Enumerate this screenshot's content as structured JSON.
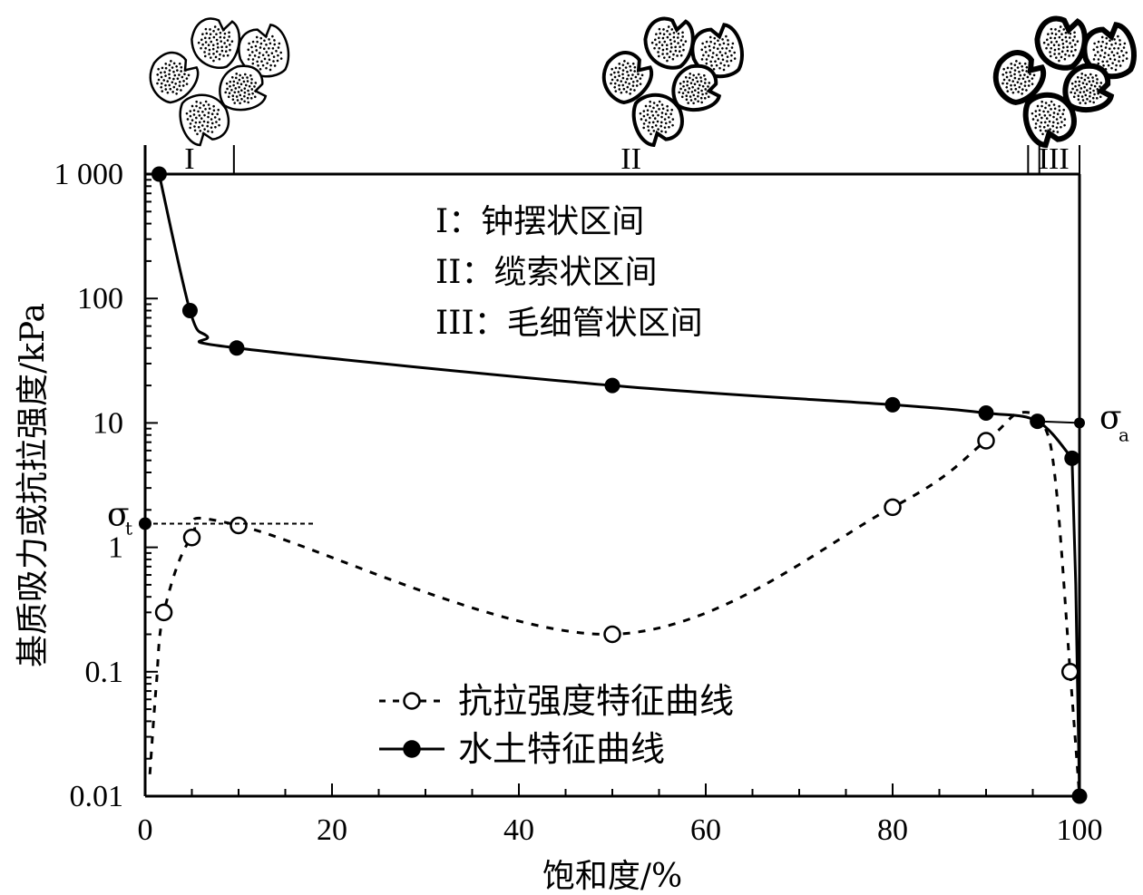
{
  "chart_data": {
    "type": "line",
    "xlabel": "饱和度/%",
    "ylabel": "基质吸力或抗拉强度/kPa",
    "xlim": [
      0,
      100
    ],
    "ylim": [
      0.01,
      1000
    ],
    "yscale": "log",
    "grid": false,
    "x_ticks": [
      {
        "value": 0,
        "label": "0"
      },
      {
        "value": 20,
        "label": "20"
      },
      {
        "value": 40,
        "label": "40"
      },
      {
        "value": 60,
        "label": "60"
      },
      {
        "value": 80,
        "label": "80"
      },
      {
        "value": 100,
        "label": "100"
      }
    ],
    "y_ticks": [
      {
        "value": 0.01,
        "label": "0.01"
      },
      {
        "value": 0.1,
        "label": "0.1"
      },
      {
        "value": 1,
        "label": "1"
      },
      {
        "value": 10,
        "label": "10"
      },
      {
        "value": 100,
        "label": "100"
      },
      {
        "value": 1000,
        "label": "1 000"
      }
    ],
    "series": [
      {
        "name": "抗拉强度特征曲线",
        "style": "dashed",
        "marker": "open-circle",
        "points": [
          {
            "x": 2,
            "y": 0.3
          },
          {
            "x": 5,
            "y": 1.2
          },
          {
            "x": 10,
            "y": 1.5
          },
          {
            "x": 50,
            "y": 0.2
          },
          {
            "x": 80,
            "y": 2.1
          },
          {
            "x": 90,
            "y": 7.2
          },
          {
            "x": 99,
            "y": 0.1
          }
        ]
      },
      {
        "name": "水土特征曲线",
        "style": "solid",
        "marker": "filled-circle",
        "points": [
          {
            "x": 1.5,
            "y": 1000
          },
          {
            "x": 4.8,
            "y": 80
          },
          {
            "x": 9.8,
            "y": 40
          },
          {
            "x": 50,
            "y": 20
          },
          {
            "x": 80,
            "y": 14
          },
          {
            "x": 90,
            "y": 12
          },
          {
            "x": 95.5,
            "y": 10.3
          },
          {
            "x": 99.2,
            "y": 5.2
          },
          {
            "x": 100,
            "y": 0.01
          }
        ]
      }
    ],
    "sigma_t": {
      "symbol": "σ",
      "subscript": "t",
      "x": 0,
      "y": 1.55,
      "line_to_x": 18
    },
    "sigma_a": {
      "symbol": "σ",
      "subscript": "a",
      "x": 100,
      "y": 10
    },
    "regions": [
      {
        "label": "I",
        "x_start": 0,
        "x_end": 9.5
      },
      {
        "label": "II",
        "x_start": 9.5,
        "x_end": 94.5
      },
      {
        "label": "III",
        "x_start": 94.5,
        "x_end": 100
      }
    ],
    "annotations": [
      {
        "label": "I：钟摆状区间"
      },
      {
        "label": "II：缆索状区间"
      },
      {
        "label": "III：毛细管状区间"
      }
    ],
    "legend_position": "bottom-center"
  }
}
